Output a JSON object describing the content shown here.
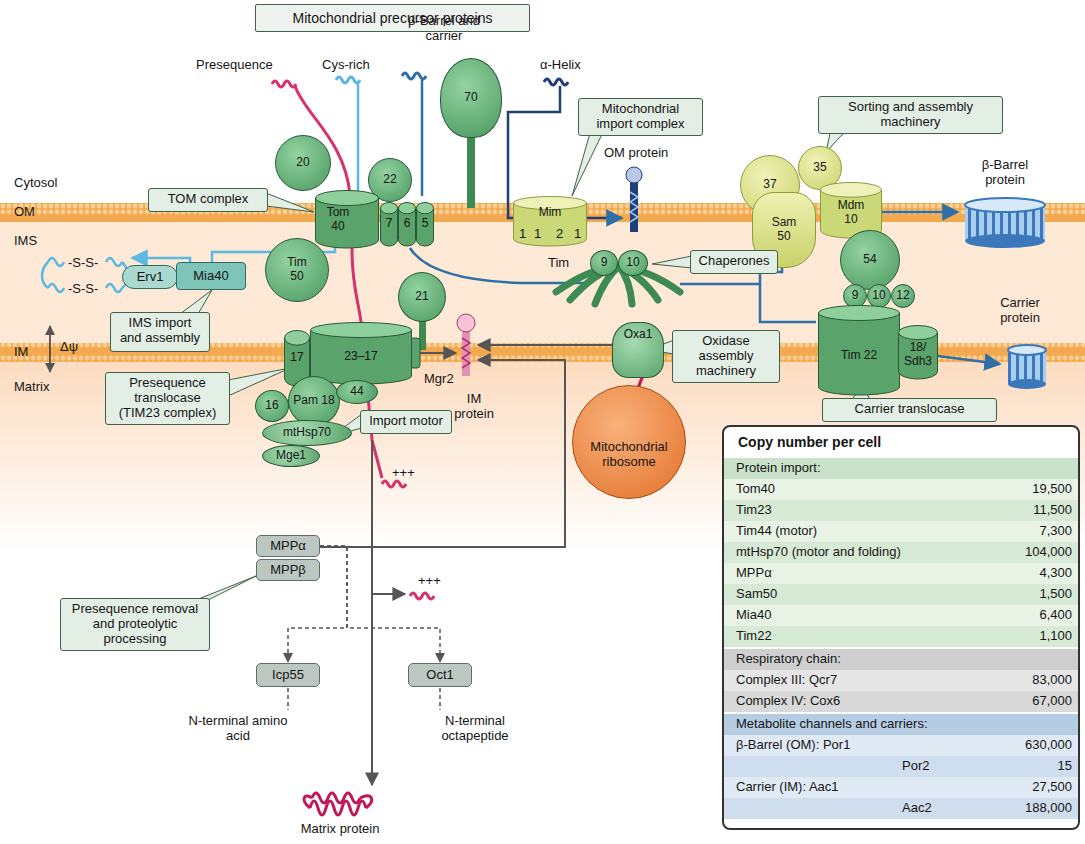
{
  "diagram": {
    "nodes": [
      {
        "text": [
          "Mitochondrial precursor proteins"
        ]
      },
      {
        "text": [
          "20"
        ]
      },
      {
        "text": [
          "22"
        ]
      },
      {
        "text": [
          "70"
        ]
      },
      {
        "text": [
          "TOM complex"
        ]
      },
      {
        "text": [
          "Tom 40"
        ]
      },
      {
        "text": [
          "7"
        ]
      },
      {
        "text": [
          "6"
        ]
      },
      {
        "text": [
          "5"
        ]
      },
      {
        "text": [
          "Mitochondrial import complex"
        ]
      },
      {
        "text": [
          "Mim"
        ]
      },
      {
        "text": [
          "Sorting and assembly machinery"
        ]
      },
      {
        "text": [
          "37"
        ]
      },
      {
        "text": [
          "35"
        ]
      },
      {
        "text": [
          "Sam 50"
        ]
      },
      {
        "text": [
          "Mdm 10"
        ]
      },
      {
        "text": [
          "Erv1"
        ]
      },
      {
        "text": [
          "Mia40"
        ]
      },
      {
        "text": [
          "Tim 50"
        ]
      },
      {
        "text": [
          "21"
        ]
      },
      {
        "text": [
          "9"
        ]
      },
      {
        "text": [
          "10"
        ]
      },
      {
        "text": [
          "Chaperones"
        ]
      },
      {
        "text": [
          "54"
        ]
      },
      {
        "text": [
          "9"
        ]
      },
      {
        "text": [
          "10"
        ]
      },
      {
        "text": [
          "12"
        ]
      },
      {
        "text": [
          "IMS import and assembly"
        ]
      },
      {
        "text": [
          "17"
        ]
      },
      {
        "text": [
          "23–17"
        ]
      },
      {
        "text": [
          "Tim 22"
        ]
      },
      {
        "text": [
          "18/ Sdh3"
        ]
      },
      {
        "text": [
          "Oxa1"
        ]
      },
      {
        "text": [
          "Oxidase assembly machinery"
        ]
      },
      {
        "text": [
          "Presequence translocase (TIM23 complex)"
        ]
      },
      {
        "text": [
          "16"
        ]
      },
      {
        "text": [
          "Pam 18"
        ]
      },
      {
        "text": [
          "44"
        ]
      },
      {
        "text": [
          "mtHsp70"
        ]
      },
      {
        "text": [
          "Mge1"
        ]
      },
      {
        "text": [
          "Import motor"
        ]
      },
      {
        "text": [
          "Carrier translocase"
        ]
      },
      {
        "text": [
          "Mitochondrial ribosome"
        ]
      },
      {
        "text": [
          "MPPα"
        ]
      },
      {
        "text": [
          "MPPβ"
        ]
      },
      {
        "text": [
          "Presequence removal and proteolytic processing"
        ]
      },
      {
        "text": [
          "Icp55"
        ]
      },
      {
        "text": [
          "Oct1"
        ]
      },
      {
        "text": [
          "Copy number per cell"
        ]
      }
    ],
    "edges": [
      {
        "from": 43,
        "to": 46,
        "arrow": "to"
      },
      {
        "from": 43,
        "to": 47,
        "arrow": "to"
      }
    ],
    "labels": [
      "Presequence",
      "Cys-rich",
      "β-Barrel and carrier",
      "α-Helix",
      "Cytosol",
      "OM",
      "IMS",
      "IM",
      "Matrix",
      "Δψ",
      "OM protein",
      "1",
      "1",
      "2",
      "1",
      "β-Barrel protein",
      "-S-S-",
      "-S-S-",
      "Tim",
      "Carrier protein",
      "IM protein",
      "Mgr2",
      "+++",
      "+++",
      "N-terminal amino acid",
      "N-terminal octapeptide",
      "Matrix protein",
      "Protein import:",
      "Tom40",
      "19,500",
      "Tim23",
      "11,500",
      "Tim44 (motor)",
      "7,300",
      "mtHsp70 (motor and folding)",
      "104,000",
      "MPPα",
      "4,300",
      "Sam50",
      "1,500",
      "Mia40",
      "6,400",
      "Tim22",
      "1,100",
      "Respiratory chain:",
      "Complex III: Qcr7",
      "83,000",
      "Complex IV: Cox6",
      "67,000",
      "Metabolite channels and carriers:",
      "β-Barrel (OM): Por1",
      "630,000",
      "Por2",
      "15",
      "Carrier (IM): Aac1",
      "27,500",
      "Aac2",
      "188,000"
    ]
  }
}
